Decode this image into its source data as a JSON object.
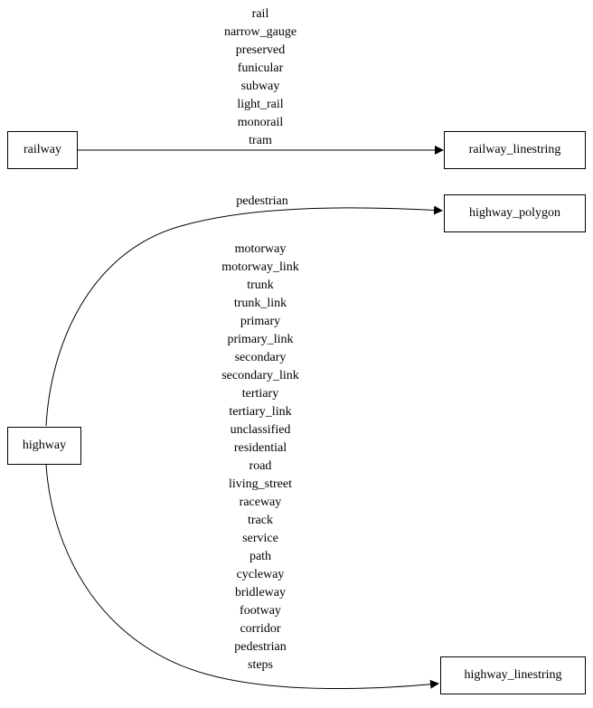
{
  "diagram": {
    "type": "graphviz-style directed graph",
    "colors": {
      "background": "#ffffff",
      "node_border": "#000000",
      "edge_stroke": "#000000",
      "text": "#000000"
    },
    "nodes": {
      "railway": {
        "label": "railway"
      },
      "highway": {
        "label": "highway"
      },
      "railway_linestring": {
        "label": "railway_linestring"
      },
      "highway_polygon": {
        "label": "highway_polygon"
      },
      "highway_linestring": {
        "label": "highway_linestring"
      }
    },
    "edges": {
      "railway_to_railway_linestring": {
        "from": "railway",
        "to": "railway_linestring",
        "labels": [
          "rail",
          "narrow_gauge",
          "preserved",
          "funicular",
          "subway",
          "light_rail",
          "monorail",
          "tram"
        ]
      },
      "highway_to_highway_polygon": {
        "from": "highway",
        "to": "highway_polygon",
        "labels": [
          "pedestrian"
        ]
      },
      "highway_to_highway_linestring": {
        "from": "highway",
        "to": "highway_linestring",
        "labels": [
          "motorway",
          "motorway_link",
          "trunk",
          "trunk_link",
          "primary",
          "primary_link",
          "secondary",
          "secondary_link",
          "tertiary",
          "tertiary_link",
          "unclassified",
          "residential",
          "road",
          "living_street",
          "raceway",
          "track",
          "service",
          "path",
          "cycleway",
          "bridleway",
          "footway",
          "corridor",
          "pedestrian",
          "steps"
        ]
      }
    }
  }
}
